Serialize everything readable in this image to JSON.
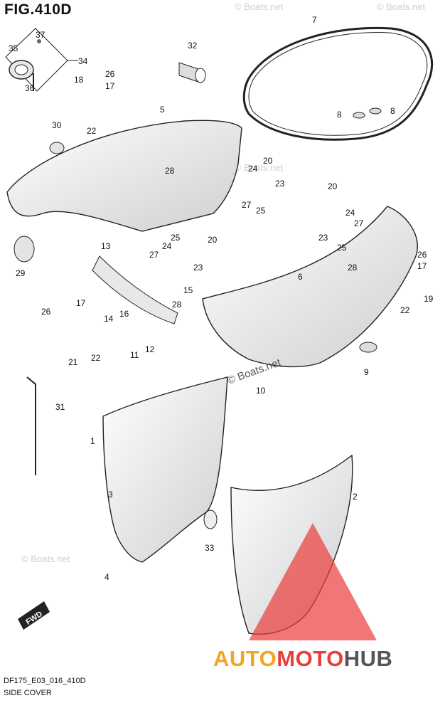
{
  "figure": {
    "title": "FIG.410D",
    "code": "DF175_E03_016_410D",
    "name": "SIDE COVER"
  },
  "watermark": {
    "main": "© Boats.net",
    "faint": "© Boats.net"
  },
  "brand": {
    "part1": "AUTO",
    "part2": "MOTO",
    "part3": "HUB",
    "colors": {
      "auto": "#f2a61f",
      "moto": "#ea3d3a",
      "hub": "#555555"
    }
  },
  "fwd_label": "FWD",
  "callouts": [
    "37",
    "35",
    "34",
    "36",
    "18",
    "26",
    "17",
    "22",
    "32",
    "30",
    "5",
    "28",
    "7",
    "8",
    "8",
    "20",
    "24",
    "23",
    "27",
    "25",
    "29",
    "13",
    "27",
    "24",
    "25",
    "20",
    "23",
    "15",
    "28",
    "20",
    "24",
    "27",
    "23",
    "25",
    "28",
    "26",
    "17",
    "6",
    "22",
    "19",
    "26",
    "17",
    "16",
    "14",
    "11",
    "12",
    "21",
    "22",
    "9",
    "10",
    "31",
    "1",
    "3",
    "2",
    "33",
    "4"
  ]
}
